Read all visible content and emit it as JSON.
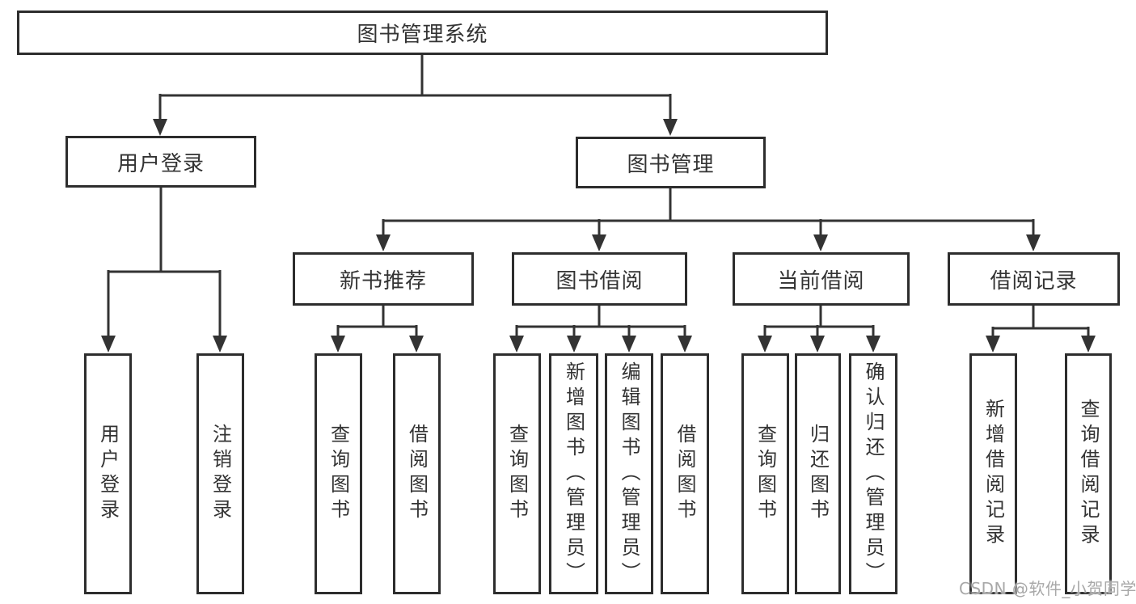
{
  "diagram": {
    "root": {
      "label": "图书管理系统"
    },
    "level2": {
      "user_login": {
        "label": "用户登录"
      },
      "book_mgmt": {
        "label": "图书管理"
      }
    },
    "level3": {
      "new_books": {
        "label": "新书推荐"
      },
      "book_borrow": {
        "label": "图书借阅"
      },
      "current_borrow": {
        "label": "当前借阅"
      },
      "borrow_records": {
        "label": "借阅记录"
      }
    },
    "leaves": {
      "login": "用户登录",
      "logout": "注销登录",
      "nb_query": "查询图书",
      "nb_borrow": "借阅图书",
      "bb_query": "查询图书",
      "bb_add": "新增图书（管理员）",
      "bb_edit": "编辑图书（管理员）",
      "bb_borrow": "借阅图书",
      "cb_query": "查询图书",
      "cb_return": "归还图书",
      "cb_confirm": "确认归还（管理员）",
      "br_add": "新增借阅记录",
      "br_query": "查询借阅记录"
    }
  },
  "watermark": {
    "text": "CSDN @软件_小贺同学"
  },
  "colors": {
    "line": "#333333",
    "border": "#2d2d2d",
    "text": "#333333",
    "watermark": "#a8a8a8",
    "background": "#ffffff"
  }
}
